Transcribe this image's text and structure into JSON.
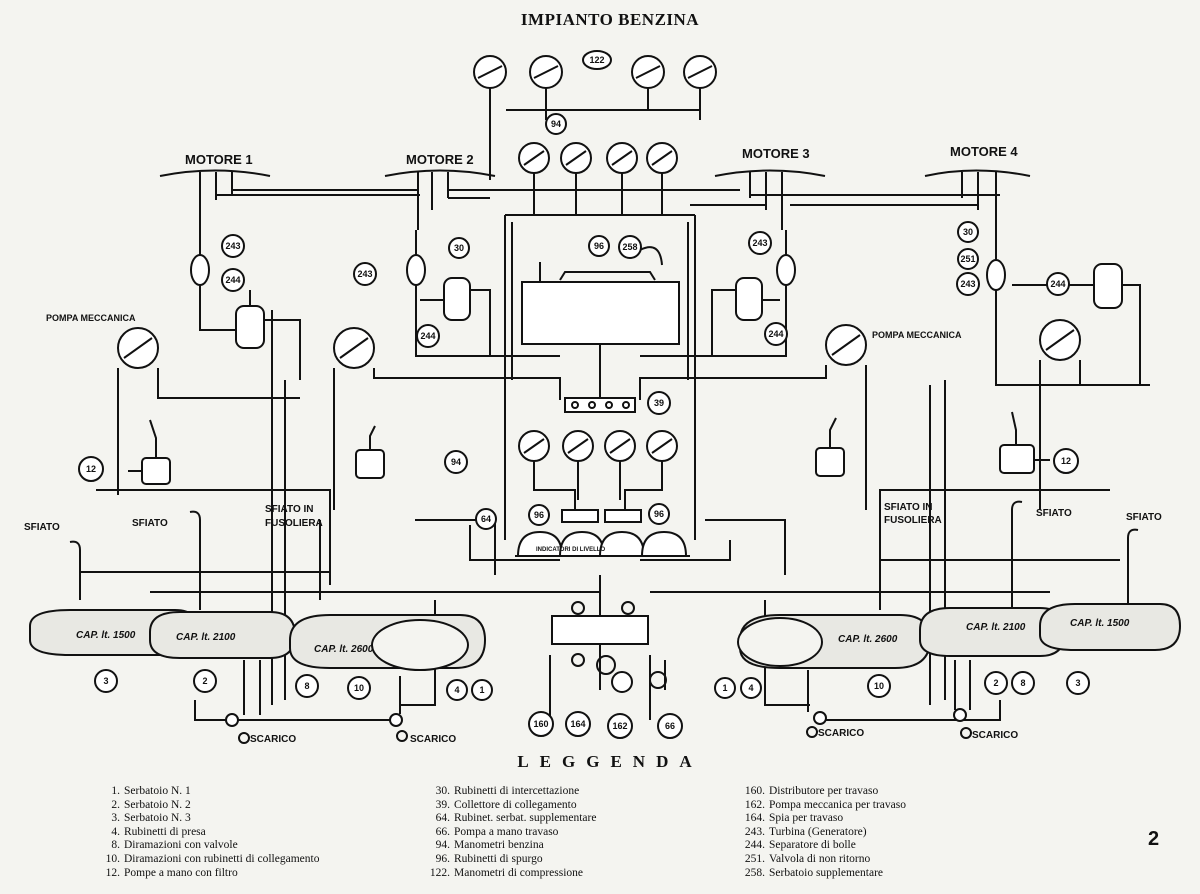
{
  "title": "IMPIANTO BENZINA",
  "labels": {
    "motore1": "MOTORE 1",
    "motore2": "MOTORE 2",
    "motore3": "MOTORE 3",
    "motore4": "MOTORE 4",
    "pompa_meccanica": "POMPA MECCANICA",
    "sfiato": "SFIATO",
    "sfiato_in": "SFIATO IN",
    "fusoliera": "FUSOLIERA",
    "scarico": "SCARICO",
    "indicatori": "INDICATORI DI LIVELLO",
    "cap1500": "CAP. lt. 1500",
    "cap2100": "CAP. lt. 2100",
    "cap2600": "CAP. lt. 2600"
  },
  "callouts": {
    "c1": "1",
    "c2": "2",
    "c3": "3",
    "c4": "4",
    "c8": "8",
    "c10": "10",
    "c12": "12",
    "c30": "30",
    "c39": "39",
    "c64": "64",
    "c66": "66",
    "c94": "94",
    "c96": "96",
    "c122": "122",
    "c160": "160",
    "c162": "162",
    "c164": "164",
    "c243": "243",
    "c244": "244",
    "c251": "251",
    "c258": "258"
  },
  "legend_title": "LEGGENDA",
  "legend": {
    "col1": [
      {
        "code": "1.",
        "text": "Serbatoio N. 1"
      },
      {
        "code": "2.",
        "text": "Serbatoio N. 2"
      },
      {
        "code": "3.",
        "text": "Serbatoio N. 3"
      },
      {
        "code": "4.",
        "text": "Rubinetti di presa"
      },
      {
        "code": "8.",
        "text": "Diramazioni con valvole"
      },
      {
        "code": "10.",
        "text": "Diramazioni con rubinetti di collegamento"
      },
      {
        "code": "12.",
        "text": "Pompe a mano con filtro"
      }
    ],
    "col2": [
      {
        "code": "30.",
        "text": "Rubinetti di intercettazione"
      },
      {
        "code": "39.",
        "text": "Collettore di collegamento"
      },
      {
        "code": "64.",
        "text": "Rubinet. serbat. supplementare"
      },
      {
        "code": "66.",
        "text": "Pompa a mano travaso"
      },
      {
        "code": "94.",
        "text": "Manometri benzina"
      },
      {
        "code": "96.",
        "text": "Rubinetti di spurgo"
      },
      {
        "code": "122.",
        "text": "Manometri di compressione"
      }
    ],
    "col3": [
      {
        "code": "160.",
        "text": "Distributore per travaso"
      },
      {
        "code": "162.",
        "text": "Pompa meccanica per travaso"
      },
      {
        "code": "164.",
        "text": "Spia per travaso"
      },
      {
        "code": "243.",
        "text": "Turbina (Generatore)"
      },
      {
        "code": "244.",
        "text": "Separatore di bolle"
      },
      {
        "code": "251.",
        "text": "Valvola di non ritorno"
      },
      {
        "code": "258.",
        "text": "Serbatoio supplementare"
      }
    ]
  },
  "page_number": "2"
}
